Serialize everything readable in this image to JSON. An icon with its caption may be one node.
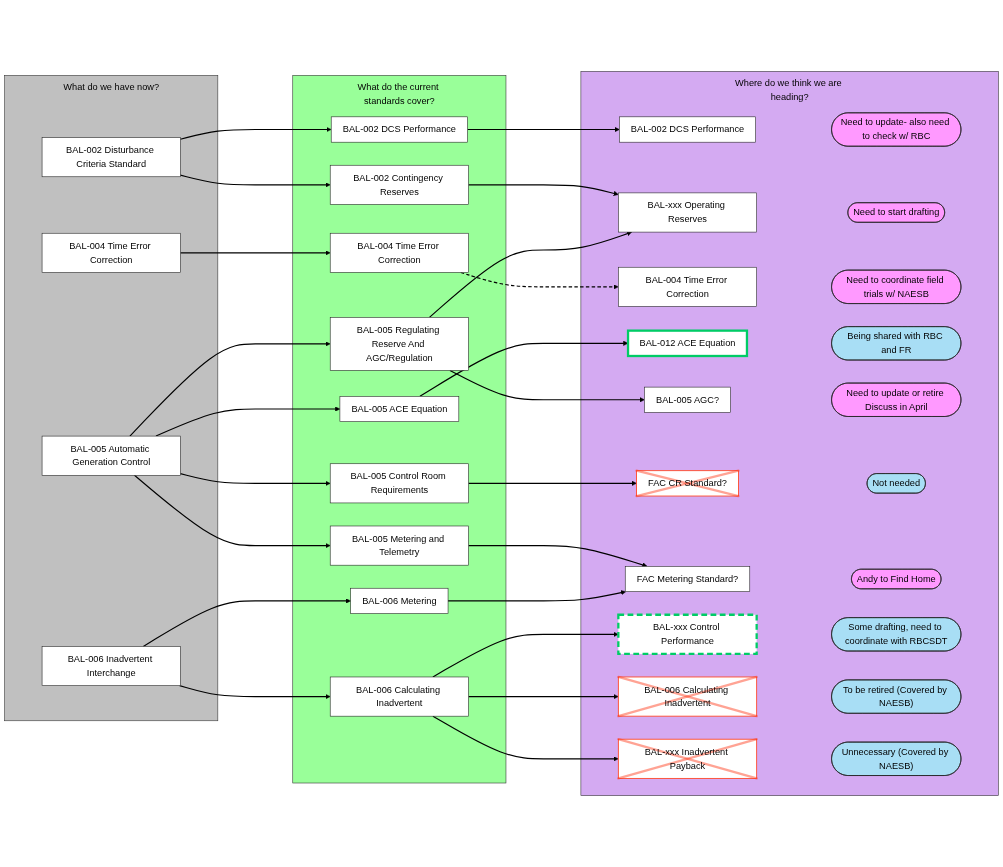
{
  "diagram": {
    "nodes": [
      {
        "text": [
          "What do we have now?"
        ]
      },
      {
        "text": [
          "What do the current standards cover?"
        ]
      },
      {
        "text": [
          "Where do we think we are heading?"
        ]
      },
      {
        "text": [
          "BAL-002 Disturbance Criteria Standard"
        ],
        "in": 0
      },
      {
        "text": [
          "BAL-004 Time Error Correction"
        ],
        "in": 0
      },
      {
        "text": [
          "BAL-005 Automatic Generation Control"
        ],
        "in": 0
      },
      {
        "text": [
          "BAL-006 Inadvertent Interchange"
        ],
        "in": 0
      },
      {
        "text": [
          "BAL-002 DCS Performance"
        ],
        "in": 1
      },
      {
        "text": [
          "BAL-002 Contingency Reserves"
        ],
        "in": 1
      },
      {
        "text": [
          "BAL-004 Time Error Correction"
        ],
        "in": 1
      },
      {
        "text": [
          "BAL-005 ACE Equation"
        ],
        "in": 1
      },
      {
        "text": [
          "BAL-005 Regulating Reserve And AGC/Regulation"
        ],
        "in": 1
      },
      {
        "text": [
          "BAL-005 Control Room Requirements"
        ],
        "in": 1
      },
      {
        "text": [
          "BAL-005 Metering and Telemetry"
        ],
        "in": 1
      },
      {
        "text": [
          "BAL-006 Metering"
        ],
        "in": 1
      },
      {
        "text": [
          "BAL-006 Calculating Inadvertent"
        ],
        "in": 1
      },
      {
        "text": [
          "BAL-002 DCS Performance"
        ],
        "in": 2
      },
      {
        "text": [
          "BAL-xxx Operating Reserves"
        ],
        "in": 2
      },
      {
        "text": [
          "BAL-004 Time Error Correction"
        ],
        "in": 2
      },
      {
        "text": [
          "BAL-012 ACE Equation"
        ],
        "in": 2
      },
      {
        "text": [
          "BAL-005 AGC?"
        ],
        "in": 2
      },
      {
        "text": [
          "FAC CR Standard?"
        ],
        "in": 2
      },
      {
        "text": [
          "FAC Metering Standard?"
        ],
        "in": 2
      },
      {
        "text": [
          "BAL-xxx Control Performance"
        ],
        "in": 2
      },
      {
        "text": [
          "BAL-006 Calculating Inadvertent"
        ],
        "in": 2
      },
      {
        "text": [
          "BAL-xxx Inadvertent Payback"
        ],
        "in": 2
      },
      {
        "text": [
          "Need to update- also need to check w/ RBC"
        ],
        "in": 2
      },
      {
        "text": [
          "Need to start drafting"
        ],
        "in": 2
      },
      {
        "text": [
          "Need to coordinate field trials w/ NAESB"
        ],
        "in": 2
      },
      {
        "text": [
          "Being shared with RBC and FR"
        ],
        "in": 2
      },
      {
        "text": [
          "Need to update or retire Discuss in April"
        ],
        "in": 2
      },
      {
        "text": [
          "Not needed"
        ],
        "in": 2
      },
      {
        "text": [
          "Andy to Find Home"
        ],
        "in": 2
      },
      {
        "text": [
          "Some drafting, need to coordinate with RBCSDT"
        ],
        "in": 2
      },
      {
        "text": [
          "To be retired (Covered by NAESB)"
        ],
        "in": 2
      },
      {
        "text": [
          "Unnecessary (Covered by NAESB)"
        ],
        "in": 2
      }
    ],
    "edges": [
      {
        "from": 3,
        "to": 7,
        "arrow": "to"
      },
      {
        "from": 3,
        "to": 8,
        "arrow": "to"
      },
      {
        "from": 4,
        "to": 9,
        "arrow": "to"
      },
      {
        "from": 5,
        "to": 10,
        "arrow": "to"
      },
      {
        "from": 5,
        "to": 11,
        "arrow": "to"
      },
      {
        "from": 5,
        "to": 12,
        "arrow": "to"
      },
      {
        "from": 5,
        "to": 13,
        "arrow": "to"
      },
      {
        "from": 6,
        "to": 14,
        "arrow": "to"
      },
      {
        "from": 6,
        "to": 15,
        "arrow": "to"
      },
      {
        "from": 7,
        "to": 16,
        "arrow": "to"
      },
      {
        "from": 8,
        "to": 17,
        "arrow": "to"
      },
      {
        "from": 9,
        "to": 18,
        "arrow": "to",
        "style": "dashed"
      },
      {
        "from": 10,
        "to": 19,
        "arrow": "to"
      },
      {
        "from": 11,
        "to": 17,
        "arrow": "to"
      },
      {
        "from": 11,
        "to": 20,
        "arrow": "to"
      },
      {
        "from": 12,
        "to": 21,
        "arrow": "to"
      },
      {
        "from": 13,
        "to": 22,
        "arrow": "to"
      },
      {
        "from": 14,
        "to": 22,
        "arrow": "to"
      },
      {
        "from": 15,
        "to": 23,
        "arrow": "to"
      },
      {
        "from": 15,
        "to": 24,
        "arrow": "to"
      },
      {
        "from": 15,
        "to": 25,
        "arrow": "to"
      }
    ]
  }
}
